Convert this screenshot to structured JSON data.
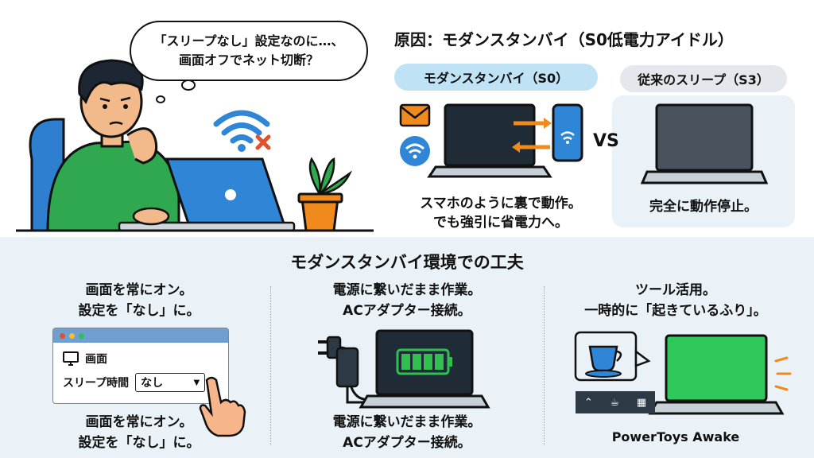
{
  "bubble": {
    "line1": "「スリープなし」設定なのに…、",
    "line2": "画面オフでネット切断？"
  },
  "cause": {
    "title": "原因：モダンスタンバイ（S0低電力アイドル）",
    "s0_label": "モダンスタンバイ（S0）",
    "s3_label": "従来のスリープ（S3）",
    "vs": "VS",
    "s0_caption_line1": "スマホのように裏で動作。",
    "s0_caption_line2": "でも強引に省電力へ。",
    "s3_caption": "完全に動作停止。"
  },
  "section": {
    "title": "モダンスタンバイ環境での工夫"
  },
  "tips": [
    {
      "head_line1": "画面を常にオン。",
      "head_line2": "設定を「なし」に。",
      "foot_line1": "画面を常にオン。",
      "foot_line2": "設定を「なし」に。"
    },
    {
      "head_line1": "電源に繋いだまま作業。",
      "head_line2": "ACアダプター接続。",
      "foot_line1": "電源に繋いだまま作業。",
      "foot_line2": "ACアダプター接続。"
    },
    {
      "head_line1": "ツール活用。",
      "head_line2": "一時的に「起きているふり」。",
      "foot_line1": "PowerToys Awake"
    }
  ],
  "settings_window": {
    "section_label": "画面",
    "sleep_label": "スリープ時間",
    "sleep_value": "なし"
  },
  "icons": {
    "wifi_error": "wifi-off-icon",
    "mail": "mail-icon",
    "wifi": "wifi-icon",
    "monitor": "monitor-icon",
    "plug": "plug-icon",
    "battery": "battery-full-icon",
    "coffee": "coffee-cup-icon"
  },
  "colors": {
    "accent_blue": "#2f86d6",
    "shirt_green": "#2fa84f",
    "arrow_orange": "#f08a1c",
    "battery_green": "#31c04f",
    "awake_green": "#2fc85a"
  }
}
